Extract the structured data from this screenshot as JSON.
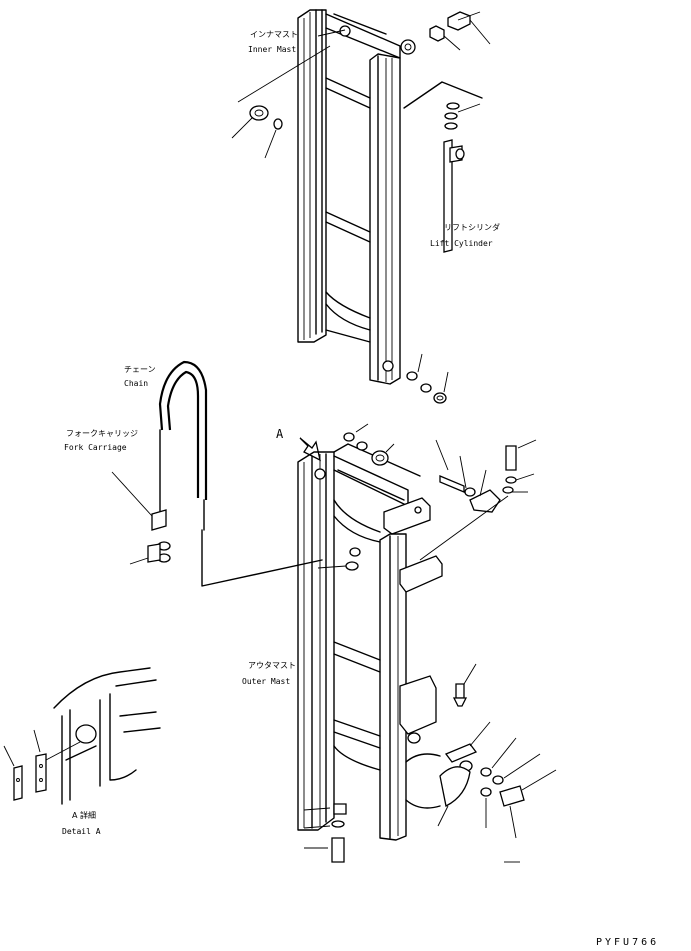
{
  "labels": {
    "inner_mast_jp": "インナマスト",
    "inner_mast_en": "Inner Mast",
    "lift_cylinder_jp": "リフトシリンダ",
    "lift_cylinder_en": "Lift Cylinder",
    "chain_jp": "チェーン",
    "chain_en": "Chain",
    "fork_carriage_jp": "フォークキャリッジ",
    "fork_carriage_en": "Fork Carriage",
    "outer_mast_jp": "アウタマスト",
    "outer_mast_en": "Outer Mast",
    "view_a": "A",
    "detail_a_jp": "A 詳細",
    "detail_a_en": "Detail A"
  },
  "drawing_code": "PYFU766"
}
